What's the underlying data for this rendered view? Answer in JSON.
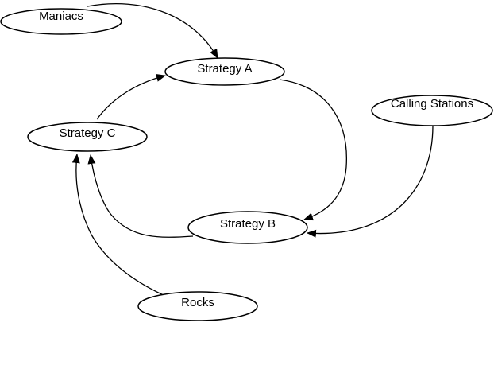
{
  "diagram": {
    "nodes": [
      {
        "id": "maniacs",
        "label": "Maniacs"
      },
      {
        "id": "strategy-a",
        "label": "Strategy A"
      },
      {
        "id": "calling-stations",
        "label": "Calling Stations"
      },
      {
        "id": "strategy-c",
        "label": "Strategy C"
      },
      {
        "id": "strategy-b",
        "label": "Strategy B"
      },
      {
        "id": "rocks",
        "label": "Rocks"
      }
    ],
    "edges": [
      {
        "from": "maniacs",
        "to": "strategy-a"
      },
      {
        "from": "strategy-a",
        "to": "strategy-b"
      },
      {
        "from": "calling-stations",
        "to": "strategy-b"
      },
      {
        "from": "strategy-b",
        "to": "strategy-c"
      },
      {
        "from": "strategy-c",
        "to": "strategy-a"
      },
      {
        "from": "rocks",
        "to": "strategy-c"
      }
    ],
    "colors": {
      "stroke": "#000000",
      "fill": "#ffffff",
      "background": "#ffffff"
    }
  }
}
